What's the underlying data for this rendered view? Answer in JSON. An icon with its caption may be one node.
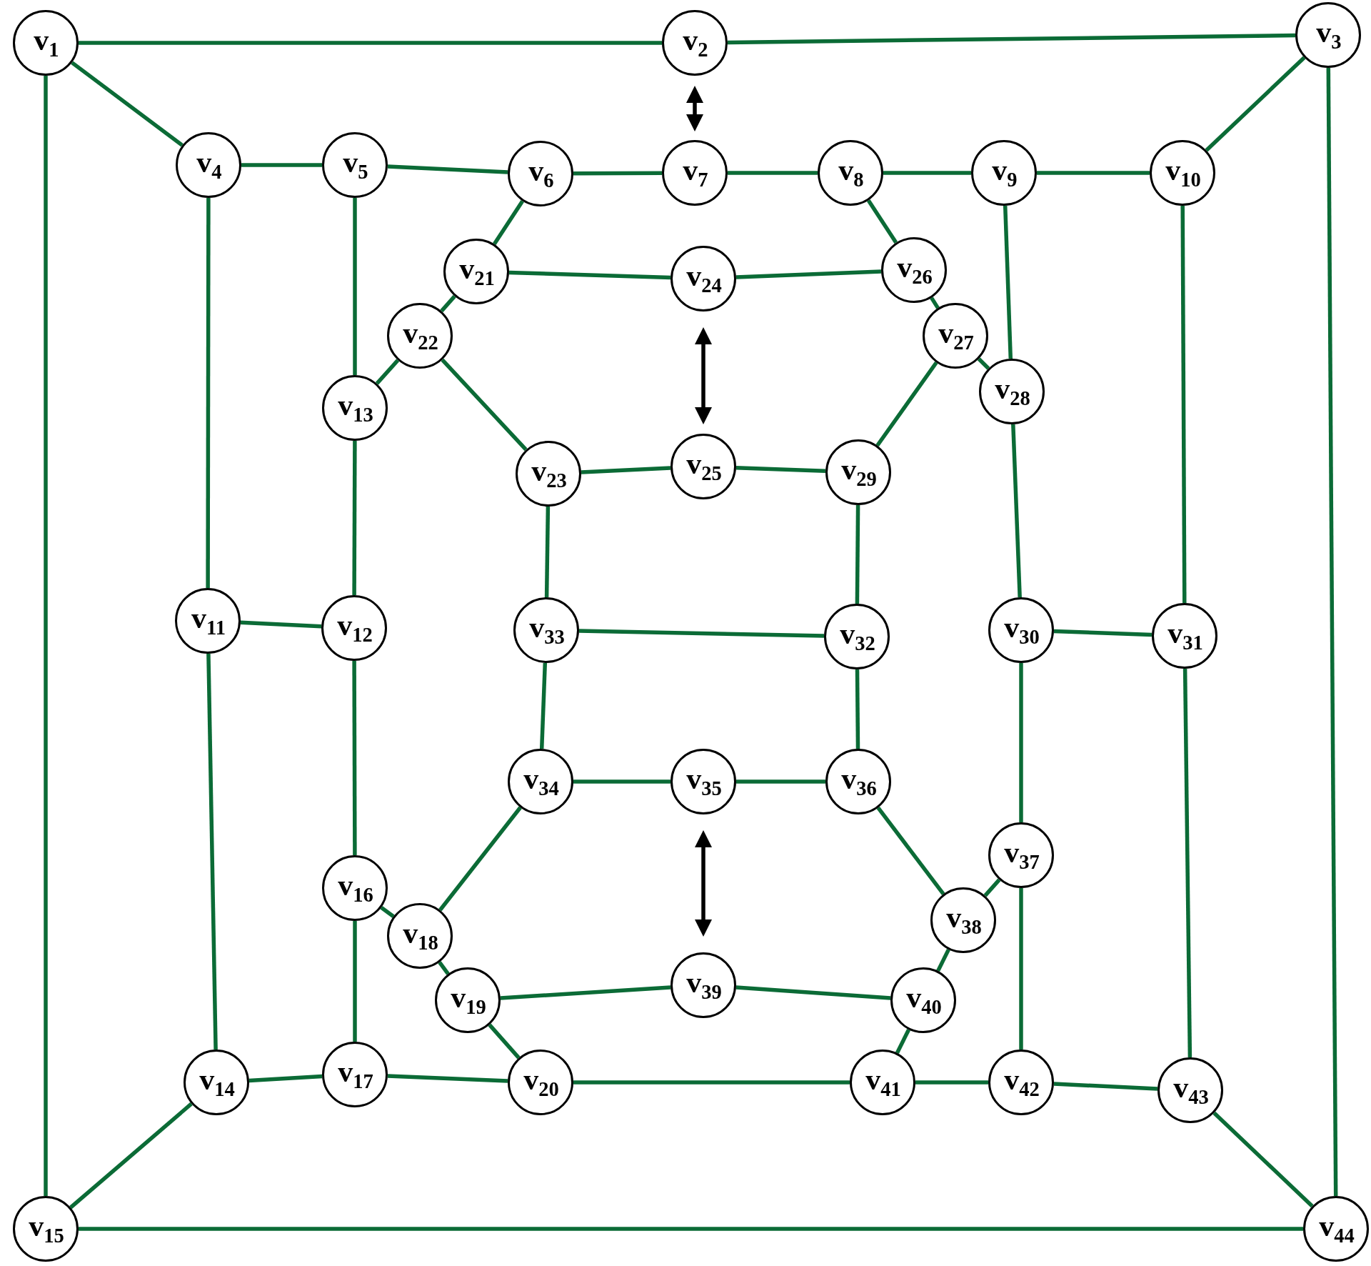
{
  "diagram": {
    "nodes": [
      {
        "text": [
          "v$_{1}$"
        ]
      },
      {
        "text": [
          "v$_{2}$"
        ]
      },
      {
        "text": [
          "v$_{3}$"
        ]
      },
      {
        "text": [
          "v$_{4}$"
        ]
      },
      {
        "text": [
          "v$_{5}$"
        ]
      },
      {
        "text": [
          "v$_{6}$"
        ]
      },
      {
        "text": [
          "v$_{7}$"
        ]
      },
      {
        "text": [
          "v$_{8}$"
        ]
      },
      {
        "text": [
          "v$_{9}$"
        ]
      },
      {
        "text": [
          "v$_{10}$"
        ]
      },
      {
        "text": [
          "v$_{11}$"
        ]
      },
      {
        "text": [
          "v$_{12}$"
        ]
      },
      {
        "text": [
          "v$_{13}$"
        ]
      },
      {
        "text": [
          "v$_{14}$"
        ]
      },
      {
        "text": [
          "v$_{15}$"
        ]
      },
      {
        "text": [
          "v$_{16}$"
        ]
      },
      {
        "text": [
          "v$_{17}$"
        ]
      },
      {
        "text": [
          "v$_{18}$"
        ]
      },
      {
        "text": [
          "v$_{19}$"
        ]
      },
      {
        "text": [
          "v$_{20}$"
        ]
      },
      {
        "text": [
          "v$_{21}$"
        ]
      },
      {
        "text": [
          "v$_{22}$"
        ]
      },
      {
        "text": [
          "v$_{23}$"
        ]
      },
      {
        "text": [
          "v$_{24}$"
        ]
      },
      {
        "text": [
          "v$_{25}$"
        ]
      },
      {
        "text": [
          "v$_{26}$"
        ]
      },
      {
        "text": [
          "v$_{27}$"
        ]
      },
      {
        "text": [
          "v$_{28}$"
        ]
      },
      {
        "text": [
          "v$_{29}$"
        ]
      },
      {
        "text": [
          "v$_{30}$"
        ]
      },
      {
        "text": [
          "v$_{31}$"
        ]
      },
      {
        "text": [
          "v$_{32}$"
        ]
      },
      {
        "text": [
          "v$_{33}$"
        ]
      },
      {
        "text": [
          "v$_{34}$"
        ]
      },
      {
        "text": [
          "v$_{35}$"
        ]
      },
      {
        "text": [
          "v$_{36}$"
        ]
      },
      {
        "text": [
          "v$_{37}$"
        ]
      },
      {
        "text": [
          "v$_{38}$"
        ]
      },
      {
        "text": [
          "v$_{39}$"
        ]
      },
      {
        "text": [
          "v$_{40}$"
        ]
      },
      {
        "text": [
          "v$_{41}$"
        ]
      },
      {
        "text": [
          "v$_{42}$"
        ]
      },
      {
        "text": [
          "v$_{43}$"
        ]
      },
      {
        "text": [
          "v$_{44}$"
        ]
      }
    ],
    "edges": [
      {
        "from": 0,
        "to": 1,
        "arrow": "none"
      },
      {
        "from": 1,
        "to": 2,
        "arrow": "none"
      },
      {
        "from": 0,
        "to": 3,
        "arrow": "none"
      },
      {
        "from": 2,
        "to": 9,
        "arrow": "none"
      },
      {
        "from": 0,
        "to": 14,
        "arrow": "none"
      },
      {
        "from": 2,
        "to": 43,
        "arrow": "none"
      },
      {
        "from": 14,
        "to": 43,
        "arrow": "none"
      },
      {
        "from": 14,
        "to": 13,
        "arrow": "none"
      },
      {
        "from": 43,
        "to": 42,
        "arrow": "none"
      },
      {
        "from": 1,
        "to": 6,
        "arrow": "both",
        "color": "#000000"
      },
      {
        "from": 3,
        "to": 4,
        "arrow": "none"
      },
      {
        "from": 4,
        "to": 5,
        "arrow": "none"
      },
      {
        "from": 5,
        "to": 6,
        "arrow": "none"
      },
      {
        "from": 6,
        "to": 7,
        "arrow": "none"
      },
      {
        "from": 7,
        "to": 8,
        "arrow": "none"
      },
      {
        "from": 8,
        "to": 9,
        "arrow": "none"
      },
      {
        "from": 3,
        "to": 10,
        "arrow": "none"
      },
      {
        "from": 4,
        "to": 12,
        "arrow": "none"
      },
      {
        "from": 5,
        "to": 20,
        "arrow": "none"
      },
      {
        "from": 7,
        "to": 25,
        "arrow": "none"
      },
      {
        "from": 8,
        "to": 27,
        "arrow": "none"
      },
      {
        "from": 9,
        "to": 30,
        "arrow": "none"
      },
      {
        "from": 20,
        "to": 23,
        "arrow": "none"
      },
      {
        "from": 23,
        "to": 25,
        "arrow": "none"
      },
      {
        "from": 20,
        "to": 21,
        "arrow": "none"
      },
      {
        "from": 25,
        "to": 26,
        "arrow": "none"
      },
      {
        "from": 21,
        "to": 12,
        "arrow": "none"
      },
      {
        "from": 26,
        "to": 27,
        "arrow": "none"
      },
      {
        "from": 23,
        "to": 24,
        "arrow": "both",
        "color": "#000000"
      },
      {
        "from": 21,
        "to": 22,
        "arrow": "none"
      },
      {
        "from": 26,
        "to": 28,
        "arrow": "none"
      },
      {
        "from": 22,
        "to": 24,
        "arrow": "none"
      },
      {
        "from": 24,
        "to": 28,
        "arrow": "none"
      },
      {
        "from": 12,
        "to": 11,
        "arrow": "none"
      },
      {
        "from": 27,
        "to": 29,
        "arrow": "none"
      },
      {
        "from": 10,
        "to": 11,
        "arrow": "none"
      },
      {
        "from": 22,
        "to": 32,
        "arrow": "none"
      },
      {
        "from": 28,
        "to": 31,
        "arrow": "none"
      },
      {
        "from": 32,
        "to": 31,
        "arrow": "none"
      },
      {
        "from": 29,
        "to": 30,
        "arrow": "none"
      },
      {
        "from": 10,
        "to": 13,
        "arrow": "none"
      },
      {
        "from": 11,
        "to": 15,
        "arrow": "none"
      },
      {
        "from": 32,
        "to": 33,
        "arrow": "none"
      },
      {
        "from": 31,
        "to": 35,
        "arrow": "none"
      },
      {
        "from": 29,
        "to": 36,
        "arrow": "none"
      },
      {
        "from": 30,
        "to": 42,
        "arrow": "none"
      },
      {
        "from": 33,
        "to": 34,
        "arrow": "none"
      },
      {
        "from": 34,
        "to": 35,
        "arrow": "none"
      },
      {
        "from": 34,
        "to": 38,
        "arrow": "both",
        "color": "#000000"
      },
      {
        "from": 33,
        "to": 17,
        "arrow": "none"
      },
      {
        "from": 35,
        "to": 37,
        "arrow": "none"
      },
      {
        "from": 15,
        "to": 17,
        "arrow": "none"
      },
      {
        "from": 36,
        "to": 37,
        "arrow": "none"
      },
      {
        "from": 15,
        "to": 16,
        "arrow": "none"
      },
      {
        "from": 17,
        "to": 18,
        "arrow": "none"
      },
      {
        "from": 37,
        "to": 39,
        "arrow": "none"
      },
      {
        "from": 36,
        "to": 41,
        "arrow": "none"
      },
      {
        "from": 18,
        "to": 38,
        "arrow": "none"
      },
      {
        "from": 38,
        "to": 39,
        "arrow": "none"
      },
      {
        "from": 18,
        "to": 19,
        "arrow": "none"
      },
      {
        "from": 39,
        "to": 40,
        "arrow": "none"
      },
      {
        "from": 13,
        "to": 16,
        "arrow": "none"
      },
      {
        "from": 16,
        "to": 19,
        "arrow": "none"
      },
      {
        "from": 19,
        "to": 40,
        "arrow": "none"
      },
      {
        "from": 40,
        "to": 41,
        "arrow": "none"
      },
      {
        "from": 41,
        "to": 42,
        "arrow": "none"
      }
    ]
  }
}
